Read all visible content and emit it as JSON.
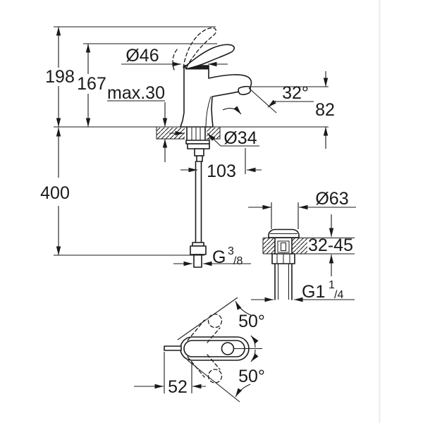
{
  "colors": {
    "ink": "#1a1a1a",
    "frame_edge": "#ececec",
    "background": "#ffffff"
  },
  "side_view": {
    "overall_height": "198",
    "handle_height": "167",
    "max_mounting_thickness": "max.30",
    "handle_diameter": "Ø46",
    "spray_angle": "32°",
    "spout_height": "82",
    "mounting_hole_diameter": "Ø34",
    "spout_reach": "103",
    "hose_length": "400",
    "supply_thread": {
      "base": "G",
      "sup": "3",
      "sub": "/8"
    }
  },
  "waste_valve_view": {
    "flange_diameter": "Ø63",
    "mounting_thickness_range": "32-45",
    "waste_thread": {
      "base": "G1",
      "sup": "1",
      "sub": "/4"
    }
  },
  "top_view": {
    "handle_swing_upper": "50°",
    "handle_swing_lower": "50°",
    "handle_length": "52"
  }
}
